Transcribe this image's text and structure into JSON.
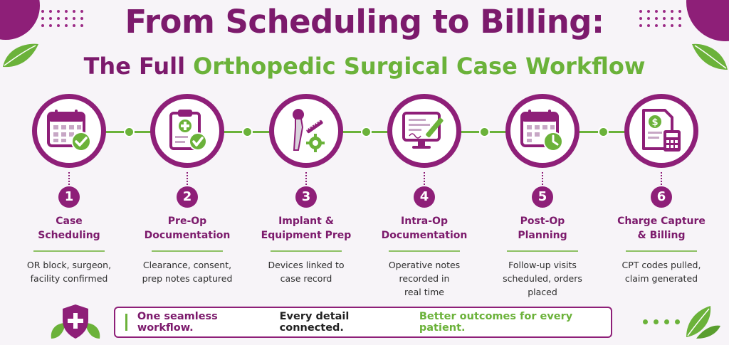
{
  "title": {
    "line1": "From Scheduling to Billing:",
    "line2_prefix": "The Full ",
    "line2_highlight": "Orthopedic Surgical Case Workflow"
  },
  "steps": [
    {
      "number": "1",
      "name_line1": "Case",
      "name_line2": "Scheduling",
      "desc_line1": "OR block, surgeon,",
      "desc_line2": "facility confirmed",
      "desc_line3": "",
      "icon": "calendar-check-icon"
    },
    {
      "number": "2",
      "name_line1": "Pre-Op",
      "name_line2": "Documentation",
      "desc_line1": "Clearance, consent,",
      "desc_line2": "prep notes captured",
      "desc_line3": "",
      "icon": "clipboard-check-icon"
    },
    {
      "number": "3",
      "name_line1": "Implant &",
      "name_line2": "Equipment Prep",
      "desc_line1": "Devices linked to",
      "desc_line2": "case record",
      "desc_line3": "",
      "icon": "hip-implant-gear-icon"
    },
    {
      "number": "4",
      "name_line1": "Intra-Op",
      "name_line2": "Documentation",
      "desc_line1": "Operative notes",
      "desc_line2": "recorded in",
      "desc_line3": "real time",
      "icon": "monitor-pen-icon"
    },
    {
      "number": "5",
      "name_line1": "Post-Op",
      "name_line2": "Planning",
      "desc_line1": "Follow-up visits",
      "desc_line2": "scheduled, orders",
      "desc_line3": "placed",
      "icon": "calendar-clock-icon"
    },
    {
      "number": "6",
      "name_line1": "Charge Capture",
      "name_line2": "& Billing",
      "desc_line1": "CPT codes pulled,",
      "desc_line2": "claim generated",
      "desc_line3": "",
      "icon": "invoice-calculator-icon"
    }
  ],
  "banner": {
    "part1": "One seamless workflow.",
    "part2": "Every detail connected.",
    "part3": "Better outcomes for every patient."
  },
  "colors": {
    "purple": "#8e1f78",
    "dark_purple": "#7c1a6c",
    "green": "#6bb23a",
    "background": "#f7f4f8"
  }
}
